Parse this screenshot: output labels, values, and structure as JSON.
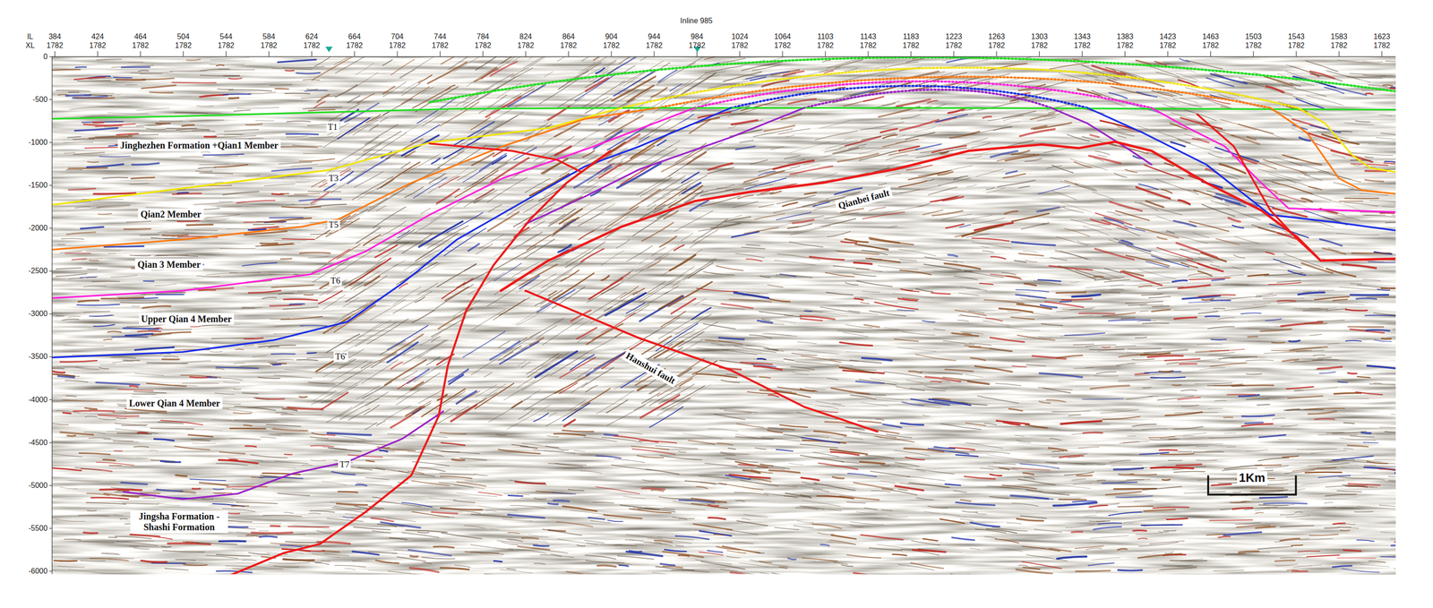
{
  "diagram": {
    "title": "Inline 985",
    "labels": [
      "IL",
      "XL",
      "384",
      "424",
      "464",
      "504",
      "544",
      "584",
      "624",
      "664",
      "704",
      "744",
      "784",
      "824",
      "864",
      "904",
      "944",
      "984",
      "1024",
      "1064",
      "1103",
      "1143",
      "1183",
      "1223",
      "1263",
      "1303",
      "1343",
      "1383",
      "1423",
      "1463",
      "1503",
      "1543",
      "1583",
      "1623",
      "1782",
      "1782",
      "1782",
      "1782",
      "1782",
      "1782",
      "1782",
      "1782",
      "1782",
      "1782",
      "1782",
      "1782",
      "1782",
      "1782",
      "1782",
      "1782",
      "1782",
      "1782",
      "1782",
      "1782",
      "1782",
      "1782",
      "1782",
      "1782",
      "1782",
      "1782",
      "1782",
      "1782",
      "1782",
      "1782",
      "1782",
      "1782",
      "0",
      "-500",
      "-1000",
      "-1500",
      "-2000",
      "-2500",
      "-3000",
      "-3500",
      "-4000",
      "-4500",
      "-5000",
      "-5500",
      "-6000",
      "T1",
      "T3",
      "T5",
      "T6",
      "T6'",
      "T7",
      "Jinghezhen Formation +Qian1 Member",
      "Qian2 Member",
      "Qian 3 Member",
      "Upper Qian 4 Member",
      "Lower Qian 4 Member",
      "Jingsha Formation -Shashi Formation",
      "Qianbei fault",
      "Hanshui fault",
      "1Km"
    ]
  }
}
